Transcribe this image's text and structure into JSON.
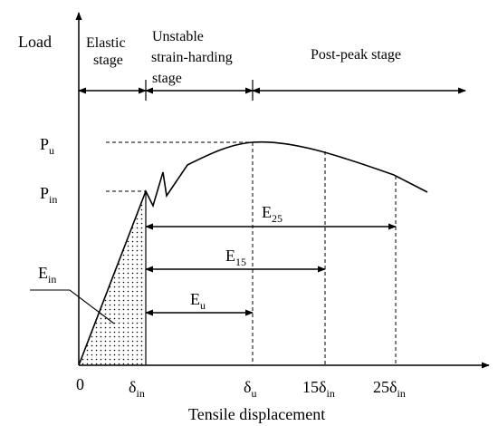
{
  "axes": {
    "y_label": "Load",
    "x_label": "Tensile displacement",
    "origin_label": "0"
  },
  "stages": {
    "elastic": [
      "Elastic",
      "stage"
    ],
    "unstable": [
      "Unstable",
      "strain-harding",
      "stage"
    ],
    "post_peak": "Post-peak stage"
  },
  "load_levels": {
    "pu": {
      "main": "P",
      "sub": "u"
    },
    "pin": {
      "main": "P",
      "sub": "in"
    }
  },
  "displacement_ticks": {
    "d_in": {
      "main": "δ",
      "sub": "in"
    },
    "d_u": {
      "main": "δ",
      "sub": "u"
    },
    "d_15": {
      "main": "15δ",
      "sub": "in"
    },
    "d_25": {
      "main": "25δ",
      "sub": "in"
    }
  },
  "energy_labels": {
    "e25": {
      "main": "E",
      "sub": "25"
    },
    "e15": {
      "main": "E",
      "sub": "15"
    },
    "eu": {
      "main": "E",
      "sub": "u"
    },
    "ein": {
      "main": "E",
      "sub": "in"
    }
  }
}
